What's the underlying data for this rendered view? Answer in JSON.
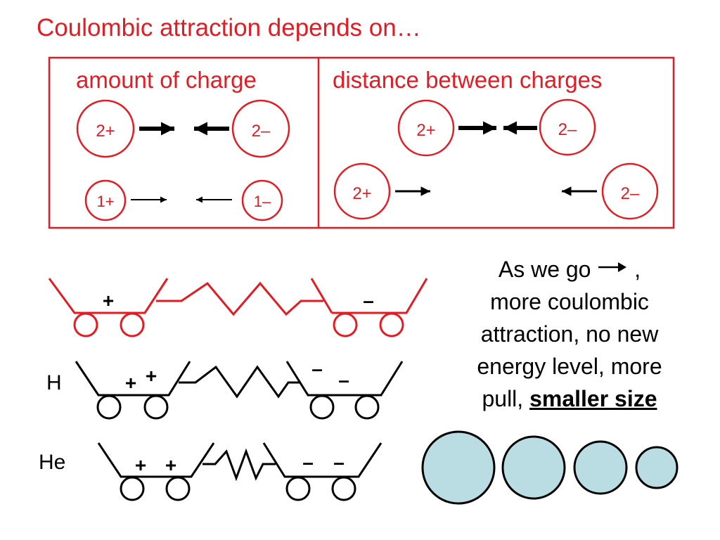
{
  "title": "Coulombic attraction depends on…",
  "table": {
    "left_heading": "amount of charge",
    "right_heading": "distance between charges",
    "charges": {
      "c2p": "2+",
      "c2m": "2–",
      "c1p": "1+",
      "c1m": "1–"
    }
  },
  "explanation": {
    "line1_pre": "As we go",
    "line1_post": ",",
    "line2": "more coulombic",
    "line3": "attraction, no new",
    "line4": "energy level, more",
    "line5_pre": "pull, ",
    "line5_bold": "smaller size"
  },
  "springs": {
    "plus": "+",
    "minus": "–",
    "row2_label": "H",
    "row3_label": "He"
  },
  "colors": {
    "accent": "#e31b23",
    "ink": "#000000",
    "sphere_fill": "#b9dde3"
  }
}
